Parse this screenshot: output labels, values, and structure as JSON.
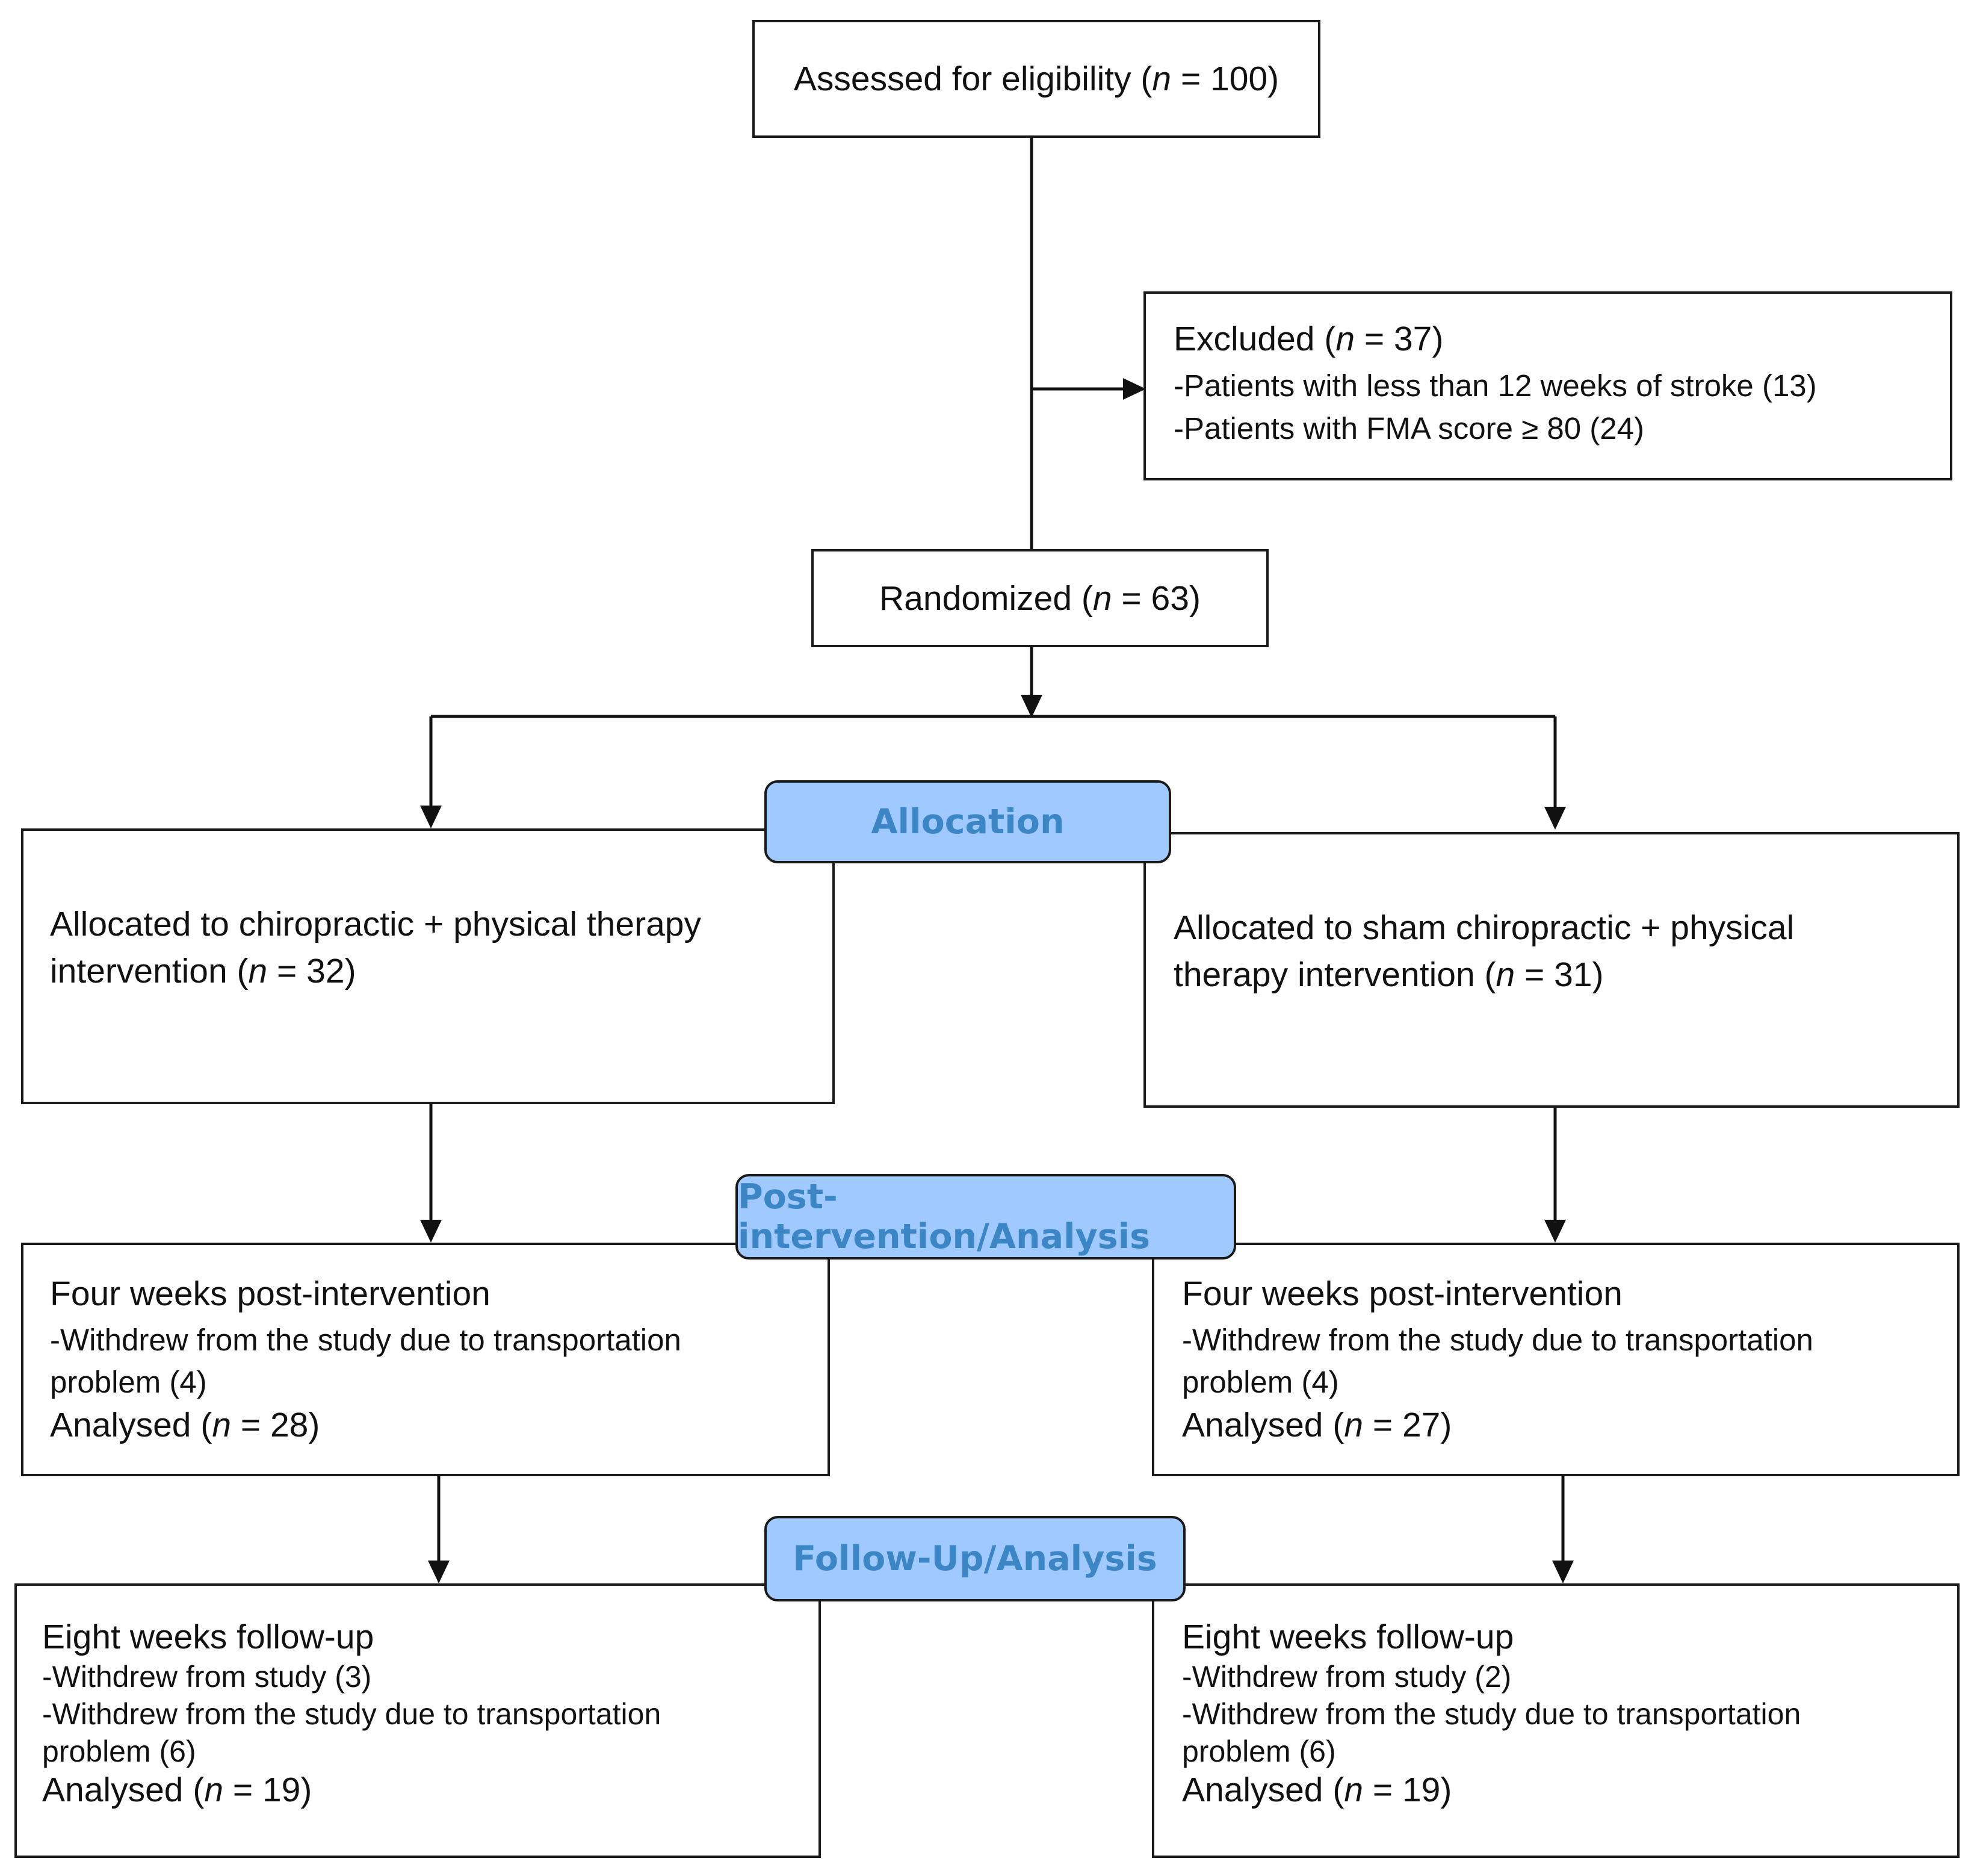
{
  "enrollment": {
    "assessed": {
      "label": "Assessed for eligibility (",
      "n_symbol": "n",
      "eq": " = 100)"
    },
    "excluded": {
      "label": "Excluded (",
      "n_symbol": "n",
      "eq": " = 37)",
      "reasons": [
        "-Patients with less than 12 weeks of stroke (13)",
        "-Patients with FMA score ≥ 80 (24)"
      ]
    },
    "randomized": {
      "label": "Randomized (",
      "n_symbol": "n",
      "eq": " = 63)"
    }
  },
  "stages": {
    "allocation": "Allocation",
    "post_intervention": "Post-intervention/Analysis",
    "follow_up": "Follow-Up/Analysis"
  },
  "left_arm": {
    "allocation_line1": "Allocated to chiropractic + physical therapy",
    "allocation_line2_pre": "intervention (",
    "n_symbol": "n",
    "allocation_line2_post": " = 32)",
    "post": {
      "title": "Four weeks post-intervention",
      "detail_line1": "-Withdrew from the study due to transportation",
      "detail_line2": "problem (4)",
      "analysed_pre": "Analysed (",
      "analysed_post": " = 28)"
    },
    "follow": {
      "title": "Eight weeks follow-up",
      "detail1": "-Withdrew from study (3)",
      "detail2_line1": "-Withdrew from the study due to transportation",
      "detail2_line2": "problem (6)",
      "analysed_pre": "Analysed (",
      "analysed_post": " = 19)"
    }
  },
  "right_arm": {
    "allocation_line1": "Allocated to sham chiropractic + physical",
    "allocation_line2_pre": "therapy intervention (",
    "n_symbol": "n",
    "allocation_line2_post": " = 31)",
    "post": {
      "title": "Four weeks post-intervention",
      "detail_line1": "-Withdrew from the study due to transportation",
      "detail_line2": "problem (4)",
      "analysed_pre": "Analysed (",
      "analysed_post": " = 27)"
    },
    "follow": {
      "title": "Eight weeks follow-up",
      "detail1": "-Withdrew from study (2)",
      "detail2_line1": "-Withdrew from the study due to transportation",
      "detail2_line2": "problem (6)",
      "analysed_pre": "Analysed (",
      "analysed_post": " = 19)"
    }
  }
}
